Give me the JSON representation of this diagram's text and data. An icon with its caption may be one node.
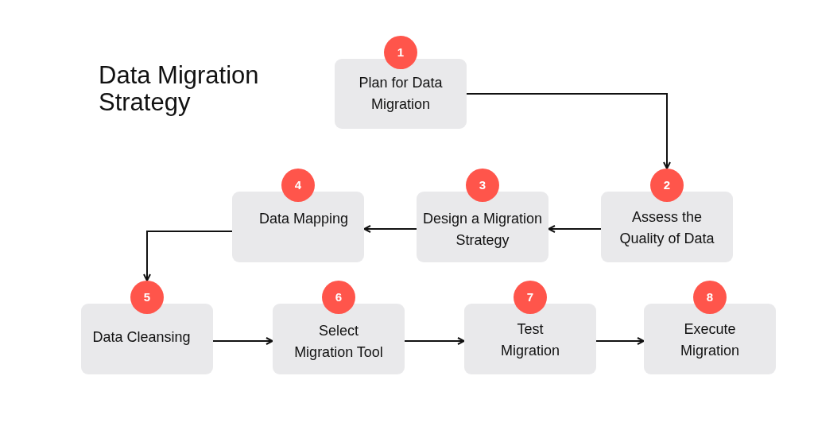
{
  "diagram": {
    "title": "Data Migration Strategy",
    "nodes": [
      {
        "text": [
          "1",
          "Plan for Data Migration"
        ]
      },
      {
        "text": [
          "2",
          "Assess the Quality of Data"
        ]
      },
      {
        "text": [
          "3",
          "Design a Migration Strategy"
        ]
      },
      {
        "text": [
          "4",
          "Data Mapping"
        ]
      },
      {
        "text": [
          "5",
          "Data Cleansing"
        ]
      },
      {
        "text": [
          "6",
          "Select Migration Tool"
        ]
      },
      {
        "text": [
          "7",
          "Test Migration"
        ]
      },
      {
        "text": [
          "8",
          "Execute Migration"
        ]
      }
    ],
    "edges": [
      {
        "from": 0,
        "to": 1,
        "arrow": "to"
      },
      {
        "from": 1,
        "to": 2,
        "arrow": "to"
      },
      {
        "from": 2,
        "to": 3,
        "arrow": "to"
      },
      {
        "from": 3,
        "to": 4,
        "arrow": "to"
      },
      {
        "from": 4,
        "to": 5,
        "arrow": "to"
      },
      {
        "from": 5,
        "to": 6,
        "arrow": "to"
      },
      {
        "from": 6,
        "to": 7,
        "arrow": "to"
      }
    ]
  }
}
